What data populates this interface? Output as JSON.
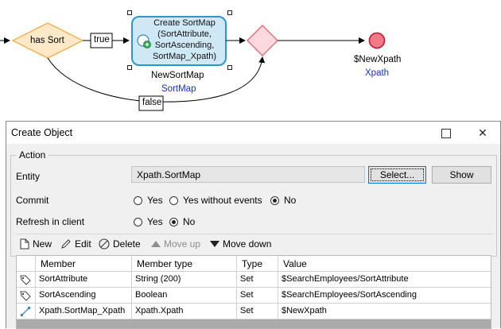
{
  "flow": {
    "decision_label": "has Sort",
    "true_label": "true",
    "false_label": "false",
    "activity_text_lines": [
      "Create SortMap",
      "(SortAttribute,",
      "SortAscending,",
      "SortMap_Xpath)"
    ],
    "activity_var_name": "NewSortMap",
    "activity_var_type": "SortMap",
    "end_var_name": "$NewXpath",
    "end_var_type": "Xpath",
    "colors": {
      "decision_fill": "#fde9c8",
      "decision_stroke": "#f0b458",
      "activity_fill": "#cfe8f6",
      "activity_stroke": "#2a96d4",
      "merge_fill": "#fbd9de",
      "merge_stroke": "#e46f7e",
      "end_fill": "#f07b86",
      "end_stroke": "#c0283a",
      "type_link": "#1a2fcf"
    }
  },
  "dialog": {
    "title": "Create Object",
    "maximize_icon": "maximize-icon",
    "close_icon": "close-icon",
    "close_glyph": "✕",
    "group_label": "Action",
    "entity_label": "Entity",
    "entity_value": "Xpath.SortMap",
    "select_button": "Select...",
    "show_button": "Show",
    "commit_label": "Commit",
    "commit_options": [
      {
        "label": "Yes",
        "selected": false
      },
      {
        "label": "Yes without events",
        "selected": false
      },
      {
        "label": "No",
        "selected": true
      }
    ],
    "refresh_label": "Refresh in client",
    "refresh_options": [
      {
        "label": "Yes",
        "selected": false
      },
      {
        "label": "No",
        "selected": true
      }
    ],
    "toolbar": {
      "new": "New",
      "edit": "Edit",
      "delete": "Delete",
      "move_up": "Move up",
      "move_down": "Move down"
    },
    "columns": [
      "Member",
      "Member type",
      "Type",
      "Value"
    ],
    "rows": [
      {
        "icon": "tag-icon",
        "member": "SortAttribute",
        "member_type": "String (200)",
        "type": "Set",
        "value": "$SearchEmployees/SortAttribute"
      },
      {
        "icon": "tag-icon",
        "member": "SortAscending",
        "member_type": "Boolean",
        "type": "Set",
        "value": "$SearchEmployees/SortAscending"
      },
      {
        "icon": "association-icon",
        "member": "Xpath.SortMap_Xpath",
        "member_type": "Xpath.Xpath",
        "type": "Set",
        "value": "$NewXpath"
      }
    ]
  }
}
